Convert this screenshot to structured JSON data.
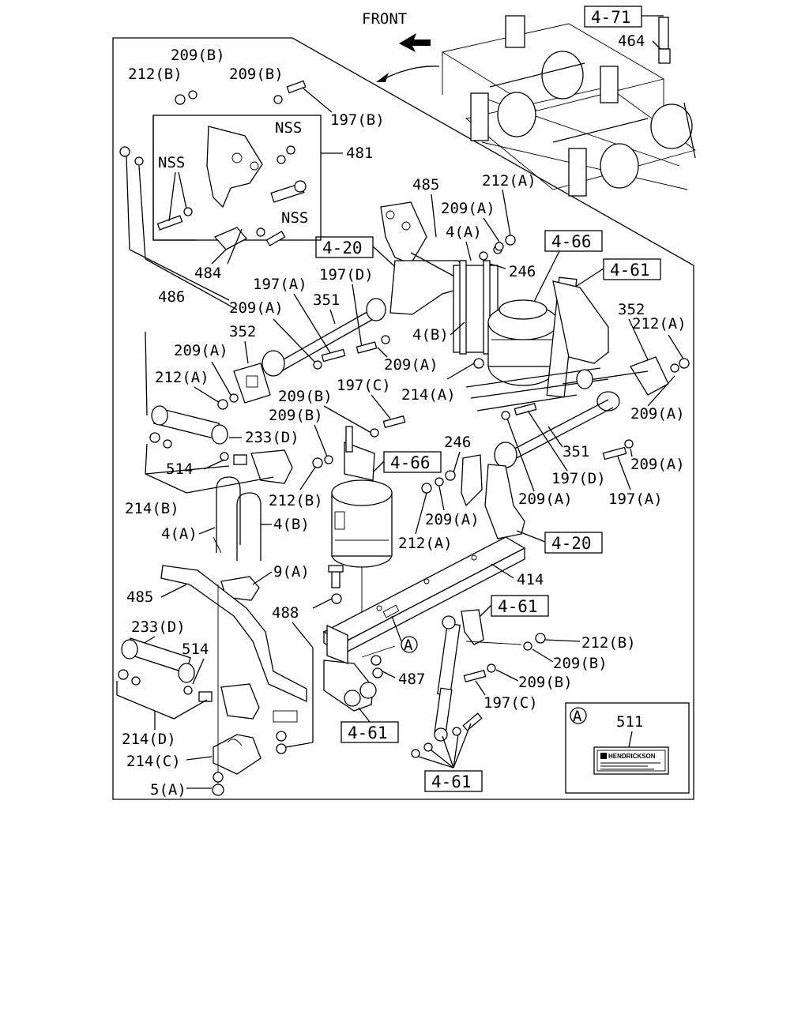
{
  "header": {
    "direction_label": "FRONT"
  },
  "labels": {
    "l_209b_1": "209(B)",
    "l_212b_1": "212(B)",
    "l_209b_2": "209(B)",
    "l_197b": "197(B)",
    "l_nss_1": "NSS",
    "l_nss_2": "NSS",
    "l_nss_3": "NSS",
    "l_481": "481",
    "l_484": "484",
    "l_486": "486",
    "l_485_top": "485",
    "l_212a_1": "212(A)",
    "l_209a_1": "209(A)",
    "l_4a_top": "4(A)",
    "l_246_top": "246",
    "l_197a_1": "197(A)",
    "l_197d_1": "197(D)",
    "l_209a_2": "209(A)",
    "l_351_top": "351",
    "l_352_left": "352",
    "l_352_right": "352",
    "l_212a_2": "212(A)",
    "l_209a_3": "209(A)",
    "l_4b_top": "4(B)",
    "l_209a_4": "209(A)",
    "l_212a_3": "212(A)",
    "l_214a": "214(A)",
    "l_197c_1": "197(C)",
    "l_209b_3": "209(B)",
    "l_209a_5": "209(A)",
    "l_209b_4": "209(B)",
    "l_233d_1": "233(D)",
    "l_514_1": "514",
    "l_212b_2": "212(B)",
    "l_214b": "214(B)",
    "l_246_mid": "246",
    "l_351_bot": "351",
    "l_209a_6": "209(A)",
    "l_197d_2": "197(D)",
    "l_209a_7": "209(A)",
    "l_209a_8": "209(A)",
    "l_197a_2": "197(A)",
    "l_4a_mid": "4(A)",
    "l_4b_mid": "4(B)",
    "l_212a_4": "212(A)",
    "l_9a": "9(A)",
    "l_414": "414",
    "l_485_bot": "485",
    "l_488": "488",
    "l_233d_2": "233(D)",
    "l_514_2": "514",
    "l_212b_3": "212(B)",
    "l_209b_5": "209(B)",
    "l_209b_6": "209(B)",
    "l_487": "487",
    "l_197c_2": "197(C)",
    "l_214d": "214(D)",
    "l_214c": "214(C)",
    "l_5a": "5(A)",
    "l_464": "464",
    "l_511": "511",
    "l_callout_a1": "A",
    "l_callout_a2": "A"
  },
  "ref_boxes": {
    "r_4_71": "4-71",
    "r_4_20_a": "4-20",
    "r_4_66_a": "4-66",
    "r_4_61_a": "4-61",
    "r_4_66_b": "4-66",
    "r_4_20_b": "4-20",
    "r_4_61_b": "4-61",
    "r_4_61_c": "4-61",
    "r_4_61_d": "4-61"
  },
  "decal": {
    "brand": "HENDRICKSON"
  }
}
